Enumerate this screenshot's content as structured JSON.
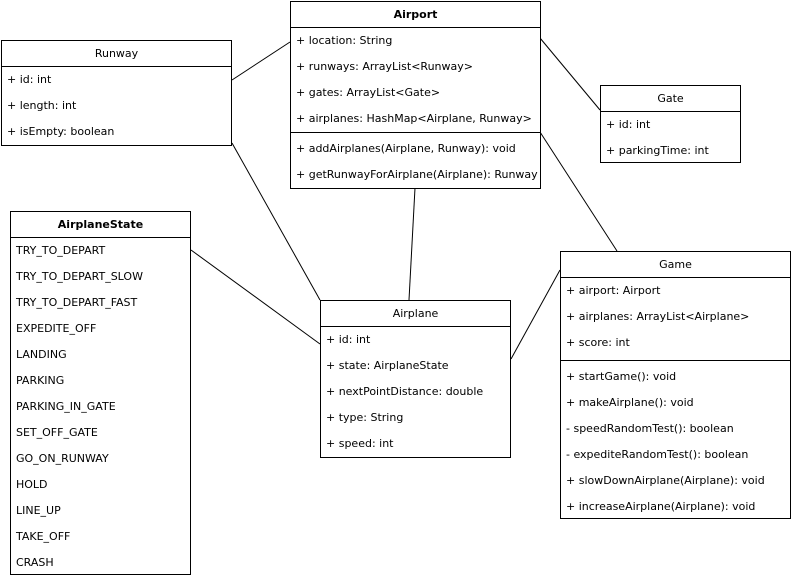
{
  "classes": {
    "airport": {
      "name": "Airport",
      "attributes": [
        "+ location: String",
        "+ runways: ArrayList<Runway>",
        "+ gates: ArrayList<Gate>",
        "+ airplanes: HashMap<Airplane, Runway>"
      ],
      "methods": [
        "+ addAirplanes(Airplane, Runway): void",
        "+ getRunwayForAirplane(Airplane): Runway"
      ]
    },
    "runway": {
      "name": "Runway",
      "attributes": [
        "+ id: int",
        "+ length: int",
        "+ isEmpty: boolean"
      ]
    },
    "gate": {
      "name": "Gate",
      "attributes": [
        "+ id: int",
        "+ parkingTime: int"
      ]
    },
    "airplane_state": {
      "name": "AirplaneState",
      "values": [
        "TRY_TO_DEPART",
        "TRY_TO_DEPART_SLOW",
        "TRY_TO_DEPART_FAST",
        "EXPEDITE_OFF",
        "LANDING",
        "PARKING",
        "PARKING_IN_GATE",
        "SET_OFF_GATE",
        "GO_ON_RUNWAY",
        "HOLD",
        "LINE_UP",
        "TAKE_OFF",
        "CRASH"
      ]
    },
    "airplane": {
      "name": "Airplane",
      "attributes": [
        "+ id: int",
        "+ state: AirplaneState",
        "+ nextPointDistance: double",
        "+ type: String",
        "+ speed: int"
      ]
    },
    "game": {
      "name": "Game",
      "attributes": [
        "+ airport: Airport",
        "+ airplanes: ArrayList<Airplane>",
        "+ score: int"
      ],
      "methods": [
        "+ startGame(): void",
        "+ makeAirplane(): void",
        "- speedRandomTest(): boolean",
        "- expediteRandomTest(): boolean",
        "+ slowDownAirplane(Airplane): void",
        "+ increaseAirplane(Airplane): void"
      ]
    }
  },
  "associations": [
    {
      "from": "airport",
      "to": "runway"
    },
    {
      "from": "airport",
      "to": "gate"
    },
    {
      "from": "airport",
      "to": "game"
    },
    {
      "from": "airport",
      "to": "airplane"
    },
    {
      "from": "runway",
      "to": "airplane"
    },
    {
      "from": "airplane_state",
      "to": "airplane"
    },
    {
      "from": "game",
      "to": "airplane"
    }
  ]
}
